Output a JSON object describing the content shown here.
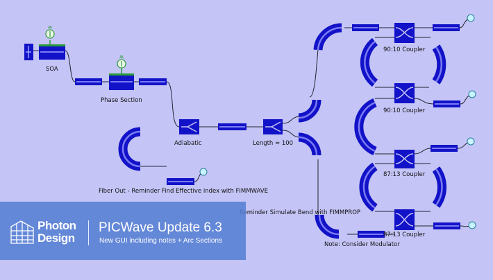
{
  "labels": {
    "soa": "SOA",
    "phase": "Phase Section",
    "adiabatic": "Adiabatic",
    "length": "Length = 100",
    "fiber_note": "Fiber Out - Reminder Find Effective index with FIMMWAVE",
    "bend_note": "Reminder Simulate Bend with FIMMPROP",
    "mod_note": "Note: Consider Modulator",
    "c1": "90:10 Coupler",
    "c2": "90:10 Coupler",
    "c3": "87:13 Coupler",
    "c4": "87:13 Coupler"
  },
  "banner": {
    "brand_line1": "Photon",
    "brand_line2": "Design",
    "title": "PICWave Update 6.3",
    "subtitle": "New GUI including notes + Arc Sections"
  },
  "colors": {
    "background": "#c4c4f6",
    "waveguide": "#1212c8",
    "waveguide_core": "#7c7cf4",
    "wire": "#222233",
    "port": "#c8f4ff",
    "banner": "#5680d4",
    "electrode": "#2a9a3a"
  },
  "icons": {
    "port": "port-circle-icon",
    "electrode": "electrode-pad-icon",
    "coupler": "coupler-cross-icon",
    "splitter": "y-splitter-icon"
  }
}
